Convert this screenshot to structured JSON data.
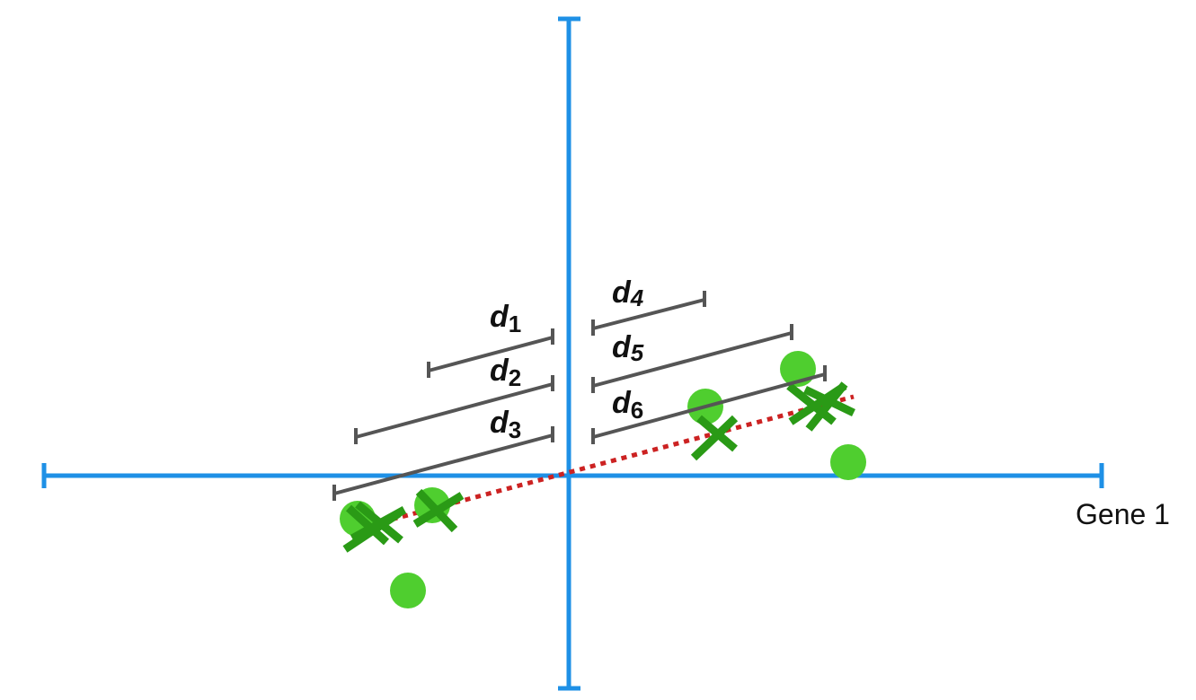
{
  "colors": {
    "axis": "#1e90e6",
    "bracket": "#555555",
    "fit_line": "#cc2222",
    "dot": "#4fce2f",
    "cross": "#2a9a16"
  },
  "axes": {
    "x_label": "Gene 1"
  },
  "distances": [
    {
      "letter": "d",
      "sub": "1",
      "side": "left"
    },
    {
      "letter": "d",
      "sub": "2",
      "side": "left"
    },
    {
      "letter": "d",
      "sub": "3",
      "side": "left"
    },
    {
      "letter": "d",
      "sub": "4",
      "side": "right"
    },
    {
      "letter": "d",
      "sub": "5",
      "side": "right"
    },
    {
      "letter": "d",
      "sub": "6",
      "side": "right"
    }
  ],
  "data_points": {
    "count": 6,
    "projections_count": 6
  }
}
